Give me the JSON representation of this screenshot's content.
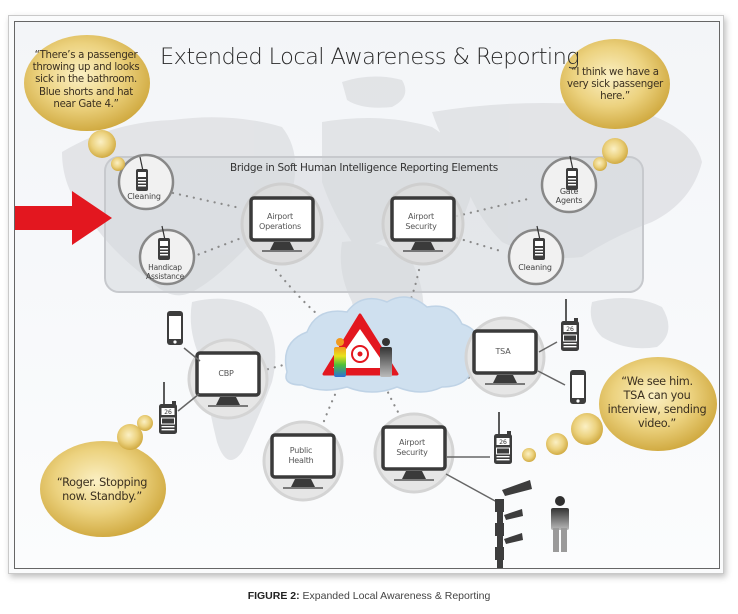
{
  "title": "Extended Local Awareness & Reporting",
  "bridge_group": {
    "title": "Bridge in Soft Human Intelligence Reporting Elements",
    "nodes": [
      {
        "id": "cleaning-1",
        "type": "radio",
        "label": "Cleaning"
      },
      {
        "id": "handicap-assistance",
        "type": "radio",
        "label": "Handicap Assistance"
      },
      {
        "id": "airport-operations",
        "type": "monitor",
        "label": "Airport Operations"
      },
      {
        "id": "airport-security-1",
        "type": "monitor",
        "label": "Airport Security"
      },
      {
        "id": "gate-agents",
        "type": "radio",
        "label": "Gate Agents"
      },
      {
        "id": "cleaning-2",
        "type": "radio",
        "label": "Cleaning"
      }
    ]
  },
  "central_node": {
    "id": "biohazard-alert",
    "type": "cloud",
    "icons": [
      "biohazard-warning",
      "infected-person",
      "person"
    ]
  },
  "outer_nodes": [
    {
      "id": "cbp",
      "type": "monitor",
      "label": "CBP",
      "devices": [
        "smartphone",
        "radio"
      ]
    },
    {
      "id": "tsa",
      "type": "monitor",
      "label": "TSA",
      "devices": [
        "radio",
        "smartphone"
      ]
    },
    {
      "id": "public-health",
      "type": "monitor",
      "label": "Public Health"
    },
    {
      "id": "airport-security-2",
      "type": "monitor",
      "label": "Airport Security",
      "devices": [
        "radio",
        "security-cameras"
      ]
    }
  ],
  "radio_display": "26",
  "bubbles": [
    {
      "id": "cleaning-report",
      "text": "“There’s a passenger throwing up and looks sick in the bathroom. Blue shorts and hat near Gate 4.”",
      "lines": [
        "“There’s a passenger",
        "throwing up and looks",
        "sick in the bathroom.",
        "Blue shorts and hat",
        "near Gate 4.”"
      ]
    },
    {
      "id": "gate-agent-report",
      "text": "“I think we have a very sick passenger here.”",
      "lines": [
        "“I think we have a",
        "very sick passenger",
        "here.”"
      ]
    },
    {
      "id": "security-reply",
      "text": "“We see him. TSA can you interview, sending video.”",
      "lines": [
        "“We see him.",
        "TSA can you",
        "interview, sending",
        "video.”"
      ]
    },
    {
      "id": "cbp-reply",
      "text": "“Roger. Stopping now. Standby.”",
      "lines": [
        "“Roger. Stopping",
        "now. Standby.”"
      ]
    }
  ],
  "caption": {
    "prefix": "FIGURE 2:",
    "text": " Expanded Local Awareness & Reporting"
  },
  "colors": {
    "arrow": "#e3171f",
    "bubble": "#e6c86a",
    "device": "#3d3d3d",
    "alert_red": "#e3171f",
    "cloud": "#cfe0ef"
  }
}
